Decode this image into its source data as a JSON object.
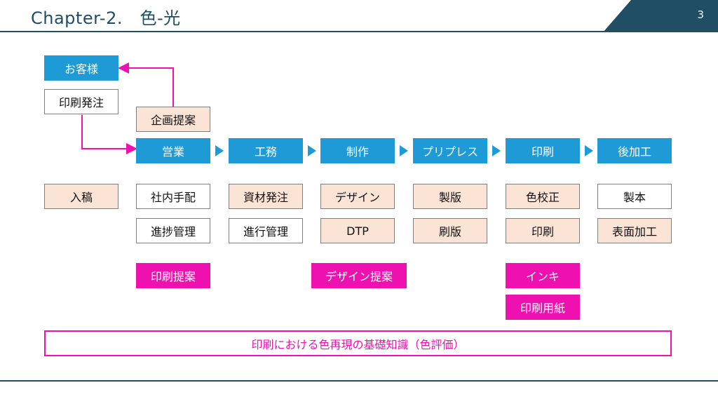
{
  "header": {
    "title": "Chapter-2.　色-光",
    "page_number": "3"
  },
  "client": {
    "label": "お客様",
    "order": "印刷発注",
    "plan": "企画提案"
  },
  "stages": [
    "営業",
    "工務",
    "制作",
    "プリプレス",
    "印刷",
    "後加工"
  ],
  "tasks": {
    "nyuko": "入稿",
    "sales": [
      "社内手配",
      "進捗管理"
    ],
    "engineering": [
      "資材発注",
      "進行管理"
    ],
    "production": [
      "デザイン",
      "DTP"
    ],
    "prepress": [
      "製版",
      "刷版"
    ],
    "printing": [
      "色校正",
      "印刷"
    ],
    "finishing": [
      "製本",
      "表面加工"
    ]
  },
  "highlights": {
    "sales": "印刷提案",
    "production": "デザイン提案",
    "printing": [
      "インキ",
      "印刷用紙"
    ]
  },
  "footer_box": "印刷における色再現の基礎知識（色評価）",
  "colors": {
    "accent_blue": "#1e9bd7",
    "accent_pink": "#ee11b0",
    "peach": "#fbe3d6",
    "navy": "#1f4e65"
  }
}
